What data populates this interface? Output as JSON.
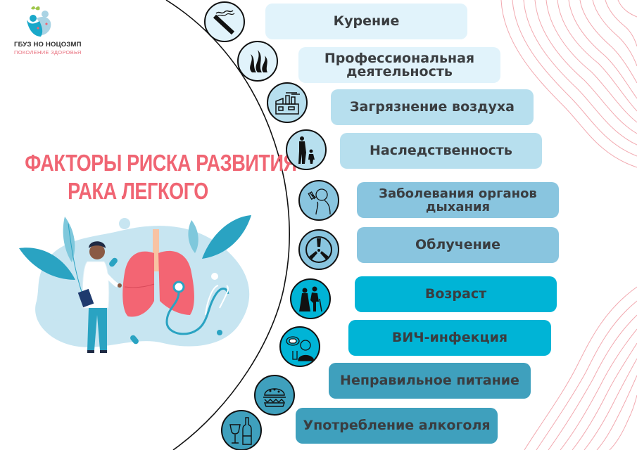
{
  "logo": {
    "title": "ГБУЗ НО НОЦОЗМП",
    "subtitle": "ПОКОЛЕНИЕ ЗДОРОВЬЯ",
    "icon": "family-heart-logo-icon"
  },
  "headline": {
    "line1": "ФАКТОРЫ РИСКА РАЗВИТИЯ",
    "line2": "РАКА ЛЕГКОГО",
    "color": "#f06573"
  },
  "illustration": {
    "description": "doctor-with-lungs-and-stethoscope-illustration"
  },
  "factors": [
    {
      "label": "Курение",
      "icon": "cigarette-icon",
      "box_color": "#e1f3fb",
      "icon_color": "#e1f3fb"
    },
    {
      "label": "Профессиональная деятельность",
      "icon": "smoke-fumes-icon",
      "box_color": "#e1f3fb",
      "icon_color": "#e1f3fb"
    },
    {
      "label": "Загрязнение воздуха",
      "icon": "factory-icon",
      "box_color": "#b7dfee",
      "icon_color": "#b7dfee"
    },
    {
      "label": "Наследственность",
      "icon": "mother-child-icon",
      "box_color": "#b7dfee",
      "icon_color": "#b7dfee"
    },
    {
      "label": "Заболевания органов дыхания",
      "icon": "inhaler-person-icon",
      "box_color": "#89c5df",
      "icon_color": "#89c5df"
    },
    {
      "label": "Облучение",
      "icon": "radiation-icon",
      "box_color": "#89c5df",
      "icon_color": "#89c5df"
    },
    {
      "label": "Возраст",
      "icon": "elderly-couple-icon",
      "box_color": "#00b4d6",
      "icon_color": "#00b4d6"
    },
    {
      "label": "ВИЧ-инфекция",
      "icon": "pill-patient-icon",
      "box_color": "#00b4d6",
      "icon_color": "#00b4d6"
    },
    {
      "label": "Неправильное питание",
      "icon": "burger-icon",
      "box_color": "#3fa0bd",
      "icon_color": "#3fa0bd"
    },
    {
      "label": "Употребление алкоголя",
      "icon": "wine-bottle-icon",
      "box_color": "#3fa0bd",
      "icon_color": "#3fa0bd"
    }
  ],
  "colors": {
    "accent_pink": "#f06573",
    "contour_lines": "#f2a9b0",
    "text_dark": "#3a3d40"
  }
}
